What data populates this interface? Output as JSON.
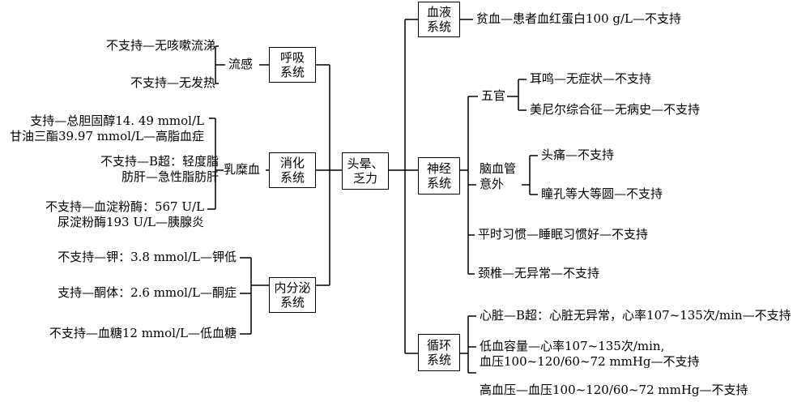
{
  "center": {
    "l1": "头晕、",
    "l2": "乏力"
  },
  "left": {
    "resp": {
      "l1": "呼吸",
      "l2": "系统",
      "mid": "流感",
      "leaves": [
        "不支持—无咳嗽流涕",
        "不支持—无发热"
      ]
    },
    "digest": {
      "l1": "消化",
      "l2": "系统",
      "mid": "乳糜血",
      "leaves": [
        [
          "支持—总胆固醇14. 49 mmol/L",
          "甘油三酯39.97 mmol/L—高脂血症"
        ],
        [
          "不支持—B超：轻度脂",
          "肪肝—急性脂肪肝"
        ],
        [
          "不支持—血淀粉酶：567 U/L",
          "尿淀粉酶193 U/L—胰腺炎"
        ]
      ]
    },
    "endo": {
      "l1": "内分泌",
      "l2": "系统",
      "leaves": [
        "不支持—钾：3.8 mmol/L—钾低",
        "支持—酮体：2.6 mmol/L—酮症",
        "不支持—血糖12 mmol/L—低血糖"
      ]
    }
  },
  "right": {
    "blood": {
      "l1": "血液",
      "l2": "系统",
      "leaf": "贫血—患者血红蛋白100 g/L—不支持"
    },
    "neuro": {
      "l1": "神经",
      "l2": "系统",
      "wuguan": {
        "label": "五官",
        "leaves": [
          "耳鸣—无症状—不支持",
          "美尼尔综合征—无病史—不支持"
        ]
      },
      "cerebro": {
        "l1": "脑血管",
        "l2": "意外",
        "leaves": [
          "头痛—不支持",
          "瞳孔等大等圆—不支持"
        ]
      },
      "habit": "平时习惯—睡眠习惯好—不支持",
      "spine": "颈椎—无异常—不支持"
    },
    "circ": {
      "l1": "循环",
      "l2": "系统",
      "heart": "心脏—B超：心脏无异常，心率107~135次/min—不支持",
      "hypo": [
        "低血容量—心率107~135次/min,",
        "血压100~120/60~72 mmHg—不支持"
      ],
      "hyper": "高血压—血压100~120/60~72 mmHg—不支持"
    }
  }
}
